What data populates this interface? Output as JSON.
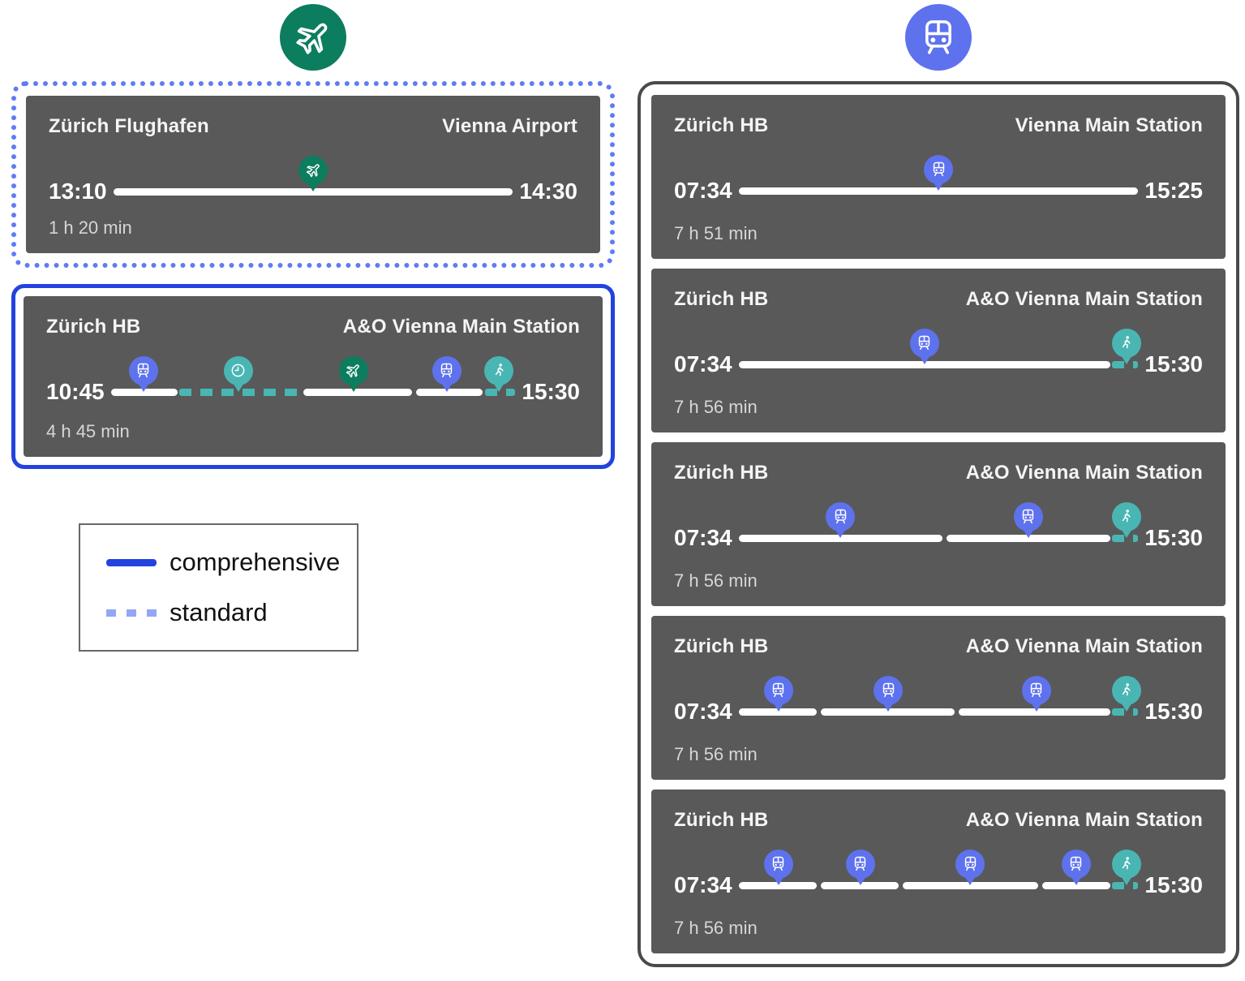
{
  "colors": {
    "card_bg": "#595959",
    "pin_blue": "#5e72ee",
    "pin_green": "#0c7d5e",
    "pin_teal": "#49b6b4",
    "comprehensive_blue": "#2343df",
    "standard_blue": "#5f7cf3",
    "legend_standard_blue": "#94a6f6",
    "container_border": "#4a4a4a"
  },
  "legend": {
    "items": [
      {
        "label": "comprehensive",
        "style": "solid"
      },
      {
        "label": "standard",
        "style": "dashed"
      }
    ]
  },
  "left": {
    "header_icon": "plane-circle-icon",
    "cards": [
      {
        "frame": "standard",
        "origin": "Zürich Flughafen",
        "destination": "Vienna Airport",
        "depart": "13:10",
        "arrive": "14:30",
        "duration": "1 h 20 min",
        "timeline": {
          "segments": [
            {
              "type": "solid",
              "start": 0,
              "end": 100
            }
          ],
          "markers": [
            {
              "icon": "plane",
              "color": "pin_green",
              "pos": 50
            }
          ]
        }
      },
      {
        "frame": "comprehensive",
        "origin": "Zürich HB",
        "destination": "A&O Vienna Main Station",
        "depart": "10:45",
        "arrive": "15:30",
        "duration": "4 h 45 min",
        "timeline": {
          "segments": [
            {
              "type": "solid",
              "start": 0,
              "end": 16.5
            },
            {
              "type": "dashed",
              "start": 17,
              "end": 47
            },
            {
              "type": "solid",
              "start": 47.5,
              "end": 74.5
            },
            {
              "type": "solid",
              "start": 75.5,
              "end": 92
            },
            {
              "type": "dashed",
              "start": 92.5,
              "end": 100
            }
          ],
          "markers": [
            {
              "icon": "train",
              "color": "pin_blue",
              "pos": 8
            },
            {
              "icon": "clock",
              "color": "pin_teal",
              "pos": 31.5
            },
            {
              "icon": "plane",
              "color": "pin_green",
              "pos": 60
            },
            {
              "icon": "train",
              "color": "pin_blue",
              "pos": 83
            },
            {
              "icon": "walk",
              "color": "pin_teal",
              "pos": 96
            }
          ]
        }
      }
    ]
  },
  "right": {
    "header_icon": "train-circle-icon",
    "cards": [
      {
        "origin": "Zürich HB",
        "destination": "Vienna Main Station",
        "depart": "07:34",
        "arrive": "15:25",
        "duration": "7 h 51 min",
        "timeline": {
          "segments": [
            {
              "type": "solid",
              "start": 0,
              "end": 100
            }
          ],
          "markers": [
            {
              "icon": "train",
              "color": "pin_blue",
              "pos": 50
            }
          ]
        }
      },
      {
        "origin": "Zürich HB",
        "destination": "A&O Vienna Main Station",
        "depart": "07:34",
        "arrive": "15:30",
        "duration": "7 h 56 min",
        "timeline": {
          "segments": [
            {
              "type": "solid",
              "start": 0,
              "end": 93
            },
            {
              "type": "dashed",
              "start": 93.5,
              "end": 100
            }
          ],
          "markers": [
            {
              "icon": "train",
              "color": "pin_blue",
              "pos": 46.5
            },
            {
              "icon": "walk",
              "color": "pin_teal",
              "pos": 97
            }
          ]
        }
      },
      {
        "origin": "Zürich HB",
        "destination": "A&O Vienna Main Station",
        "depart": "07:34",
        "arrive": "15:30",
        "duration": "7 h 56 min",
        "timeline": {
          "segments": [
            {
              "type": "solid",
              "start": 0,
              "end": 51
            },
            {
              "type": "solid",
              "start": 52,
              "end": 93
            },
            {
              "type": "dashed",
              "start": 93.5,
              "end": 100
            }
          ],
          "markers": [
            {
              "icon": "train",
              "color": "pin_blue",
              "pos": 25.5
            },
            {
              "icon": "train",
              "color": "pin_blue",
              "pos": 72.5
            },
            {
              "icon": "walk",
              "color": "pin_teal",
              "pos": 97
            }
          ]
        }
      },
      {
        "origin": "Zürich HB",
        "destination": "A&O Vienna Main Station",
        "depart": "07:34",
        "arrive": "15:30",
        "duration": "7 h 56 min",
        "timeline": {
          "segments": [
            {
              "type": "solid",
              "start": 0,
              "end": 19.5
            },
            {
              "type": "solid",
              "start": 20.5,
              "end": 54
            },
            {
              "type": "solid",
              "start": 55,
              "end": 93
            },
            {
              "type": "dashed",
              "start": 93.5,
              "end": 100
            }
          ],
          "markers": [
            {
              "icon": "train",
              "color": "pin_blue",
              "pos": 10
            },
            {
              "icon": "train",
              "color": "pin_blue",
              "pos": 37.5
            },
            {
              "icon": "train",
              "color": "pin_blue",
              "pos": 74.5
            },
            {
              "icon": "walk",
              "color": "pin_teal",
              "pos": 97
            }
          ]
        }
      },
      {
        "origin": "Zürich HB",
        "destination": "A&O Vienna Main Station",
        "depart": "07:34",
        "arrive": "15:30",
        "duration": "7 h 56 min",
        "timeline": {
          "segments": [
            {
              "type": "solid",
              "start": 0,
              "end": 19.5
            },
            {
              "type": "solid",
              "start": 20.5,
              "end": 40
            },
            {
              "type": "solid",
              "start": 41,
              "end": 75
            },
            {
              "type": "solid",
              "start": 76,
              "end": 93
            },
            {
              "type": "dashed",
              "start": 93.5,
              "end": 100
            }
          ],
          "markers": [
            {
              "icon": "train",
              "color": "pin_blue",
              "pos": 10
            },
            {
              "icon": "train",
              "color": "pin_blue",
              "pos": 30.5
            },
            {
              "icon": "train",
              "color": "pin_blue",
              "pos": 58
            },
            {
              "icon": "train",
              "color": "pin_blue",
              "pos": 84.5
            },
            {
              "icon": "walk",
              "color": "pin_teal",
              "pos": 97
            }
          ]
        }
      }
    ]
  }
}
